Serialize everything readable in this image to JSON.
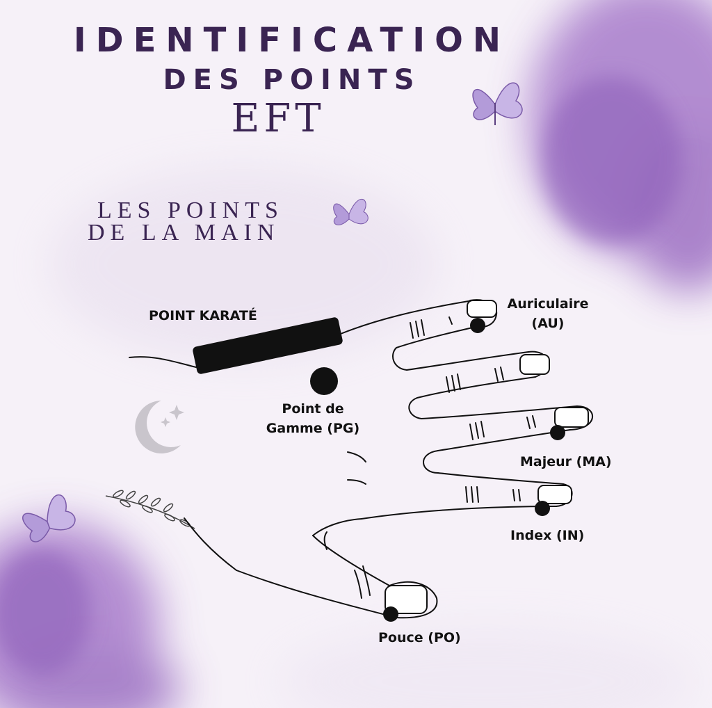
{
  "title": {
    "line1": "IDENTIFICATION",
    "line2": "DES POINTS",
    "line3": "EFT"
  },
  "subtitle": {
    "line1": "LES POINTS",
    "line2": "DE LA MAIN"
  },
  "labels": {
    "karate": "POINT KARATÉ",
    "auriculaire_line1": "Auriculaire",
    "auriculaire_line2": "(AU)",
    "gamme_line1": "Point de",
    "gamme_line2": "Gamme (PG)",
    "majeur": "Majeur (MA)",
    "index": "Index (IN)",
    "pouce": "Pouce (PO)"
  },
  "colors": {
    "title": "#3a2452",
    "watercolor": "#9b6fc2",
    "ink": "#111111",
    "moon": "#c9c5cc"
  },
  "decorations": [
    "butterfly-top",
    "butterfly-small",
    "butterfly-left",
    "moon-and-stars",
    "leaf-sprig"
  ]
}
